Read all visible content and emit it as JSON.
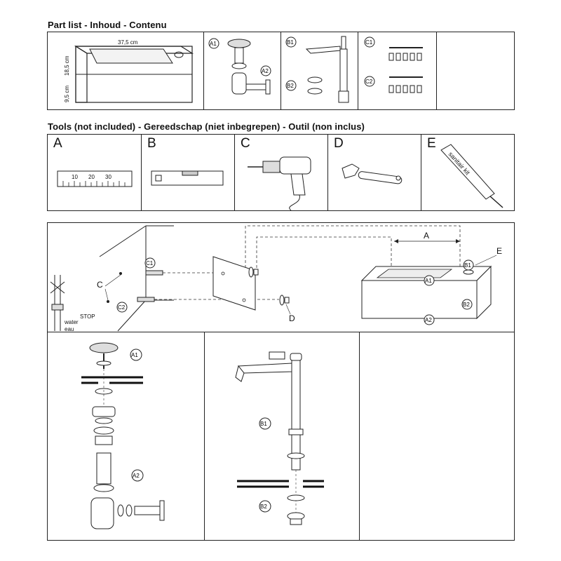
{
  "headings": {
    "parts": "Part list - Inhoud - Contenu",
    "tools": "Tools (not included) - Gereedschap (niet inbegrepen) -  Outil (non inclus)"
  },
  "parts": {
    "basin_width": "37,5 cm",
    "basin_depth": "18,5 cm",
    "basin_height": "9,5 cm",
    "labels": [
      "A1",
      "A2",
      "B1",
      "B2",
      "C1",
      "C2"
    ]
  },
  "tools": {
    "letters": [
      "A",
      "B",
      "C",
      "D",
      "E"
    ],
    "ruler_ticks": [
      "10",
      "20",
      "30"
    ],
    "sealant_text": "sanitair kit"
  },
  "assembly": {
    "label_A": "A",
    "label_E": "E",
    "label_C": "C",
    "label_D": "D",
    "label_C1": "C1",
    "label_C2": "C2",
    "label_B1": "B1",
    "label_B2": "B2",
    "label_A1": "A1",
    "label_A2": "A2",
    "stop_text": "STOP",
    "water_text": "water",
    "eau_text": "eau"
  },
  "detail": {
    "drain_labels": [
      "A1",
      "A2"
    ],
    "tap_labels": [
      "B1",
      "B2"
    ]
  }
}
